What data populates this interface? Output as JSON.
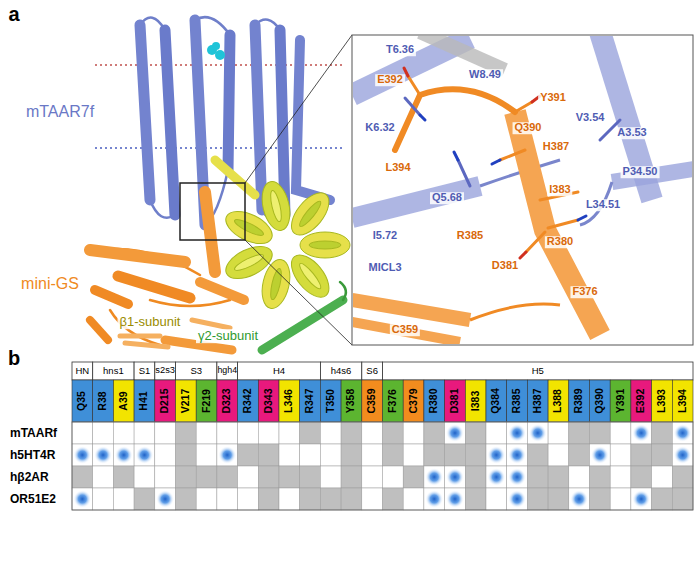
{
  "diagram": {
    "labels": [
      "a",
      "mTAAR7f",
      "mini-GS",
      "β1-subunit",
      "γ2-subunit",
      "T6.36",
      "W8.49",
      "E392",
      "Y391",
      "K6.32",
      "Q390",
      "V3.54",
      "A3.53",
      "H387",
      "L394",
      "P34.50",
      "I383",
      "Q5.68",
      "L34.51",
      "I5.72",
      "R385",
      "R380",
      "D381",
      "MICL3",
      "F376",
      "C359",
      "b",
      "HN",
      "hns1",
      "S1",
      "s2s3",
      "S3",
      "hgh4",
      "H4",
      "h4s6",
      "S6",
      "H5",
      "Q35",
      "R38",
      "A39",
      "H41",
      "D215",
      "V217",
      "F219",
      "D323",
      "R342",
      "D343",
      "L346",
      "R347",
      "T350",
      "Y358",
      "C359",
      "F376",
      "C379",
      "R380",
      "D381",
      "I383",
      "Q384",
      "R385",
      "H387",
      "L388",
      "R389",
      "Q390",
      "Y391",
      "E392",
      "L393",
      "L394",
      "mTAARf",
      "h5HT4R",
      "hβ2AR",
      "OR51E2"
    ]
  }
}
